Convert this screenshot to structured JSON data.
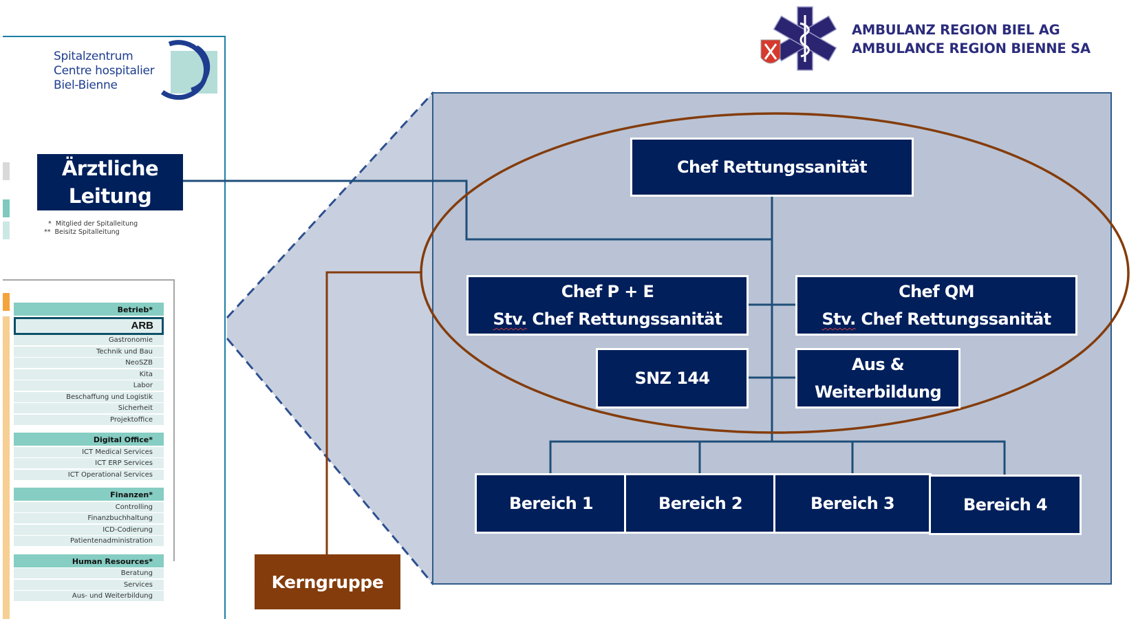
{
  "hospital_logo": {
    "lines": [
      "Spitalzentrum",
      "Centre hospitalier",
      "Biel-Bienne"
    ],
    "icon": "szb-arc-logo-icon"
  },
  "aerztliche_leitung": {
    "line1": "Ärztliche",
    "line2": "Leitung"
  },
  "footnotes": {
    "f1": "  *  Mitglied der Spitalleitung",
    "f2": "**  Beisitz Spitalleitung"
  },
  "department_list": {
    "groups": [
      {
        "header": "Betrieb*",
        "highlight": "ARB",
        "items": [
          "Gastronomie",
          "Technik und Bau",
          "NeoSZB",
          "Kita",
          "Labor",
          "Beschaffung und Logistik",
          "Sicherheit",
          "Projektoffice"
        ]
      },
      {
        "header": "Digital Office*",
        "items": [
          "ICT Medical Services",
          "ICT ERP Services",
          "ICT Operational Services"
        ]
      },
      {
        "header": "Finanzen*",
        "items": [
          "Controlling",
          "Finanzbuchhaltung",
          "ICD-Codierung",
          "Patientenadministration"
        ]
      },
      {
        "header": "Human Resources*",
        "items": [
          "Beratung",
          "Services",
          "Aus- und Weiterbildung"
        ]
      }
    ]
  },
  "ambulance_logo": {
    "line1": "AMBULANZ REGION BIEL AG",
    "line2": "AMBULANCE REGION BIENNE SA",
    "icon": "star-of-life-icon",
    "crest_icon": "red-crest-crossed-axes-icon"
  },
  "org_chart": {
    "top": "Chef Rettungssanität",
    "chef_pe": {
      "line1": "Chef P + E",
      "line2_prefix": "Stv.",
      "line2_rest": " Chef Rettungssanität"
    },
    "chef_qm": {
      "line1": "Chef QM",
      "line2_prefix": "Stv.",
      "line2_rest": " Chef Rettungssanität"
    },
    "snz": "SNZ 144",
    "aus": {
      "line1": "Aus &",
      "line2": "Weiterbildung"
    },
    "bereiche": [
      "Bereich 1",
      "Bereich 2",
      "Bereich 3",
      "Bereich 4"
    ]
  },
  "kerngruppe": "Kerngruppe",
  "colors": {
    "navy": "#001f5b",
    "panel": "#b9c3d5",
    "brown": "#843c0c",
    "teal": "#86cdc3",
    "connector": "#1f4e79"
  }
}
